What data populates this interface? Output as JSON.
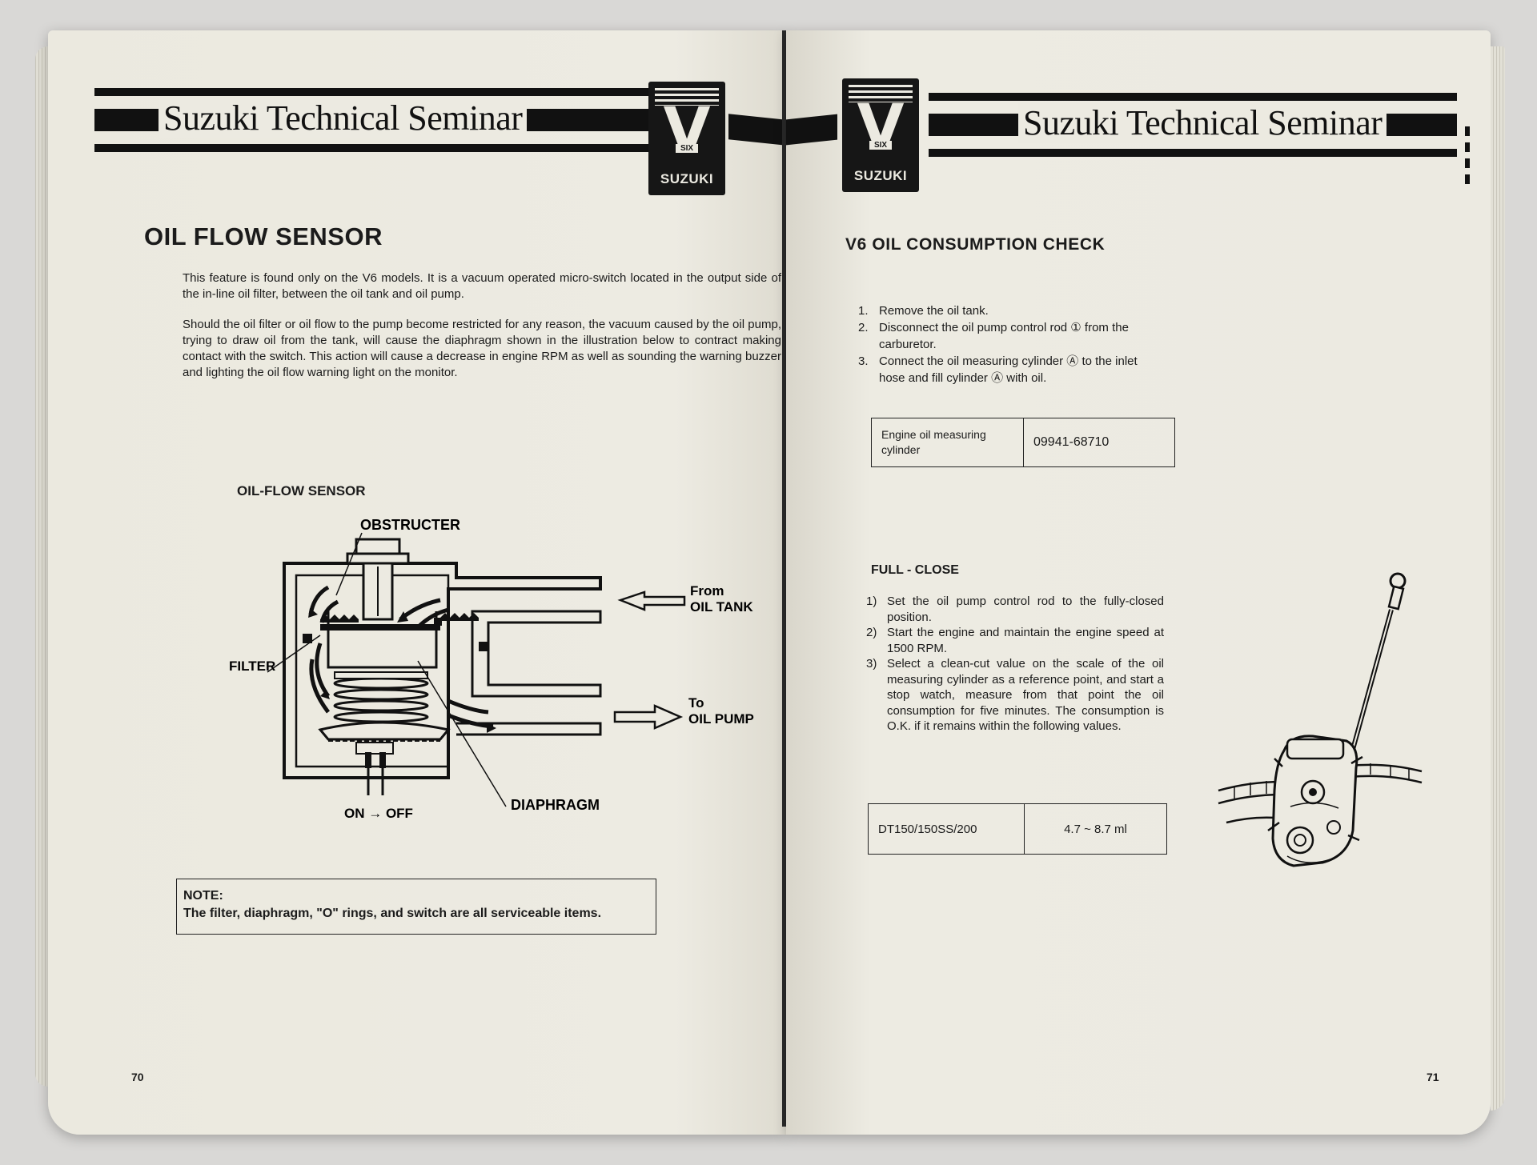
{
  "header": {
    "title": "Suzuki Technical Seminar",
    "logo_letter": "V",
    "logo_small": "SIX",
    "logo_brand": "SUZUKI"
  },
  "left_page": {
    "heading": "OIL FLOW SENSOR",
    "paragraphs": [
      "This feature is found only on the V6 models. It is a vacuum operated micro-switch located in the output side of the in-line oil filter, between the oil tank and oil pump.",
      "Should the oil filter or oil flow to the pump become restricted for any reason, the vacuum caused by the oil pump, trying to draw oil from the tank, will cause the diaphragm shown in the illustration below to contract making contact with the switch. This action will cause a decrease in engine RPM as well as sounding the warning buzzer and lighting the oil flow warning light on the monitor."
    ],
    "figure": {
      "title": "OIL-FLOW SENSOR",
      "labels": {
        "obstructer": "OBSTRUCTER",
        "filter": "FILTER",
        "from": "From",
        "oil_tank": "OIL TANK",
        "to": "To",
        "oil_pump": "OIL PUMP",
        "diaphragm": "DIAPHRAGM",
        "switch": "ON → OFF"
      }
    },
    "note": {
      "label": "NOTE:",
      "text": "The filter, diaphragm, \"O\" rings, and switch are all serviceable items."
    },
    "page_number": "70"
  },
  "right_page": {
    "heading": "V6 OIL CONSUMPTION CHECK",
    "steps": [
      {
        "num": "1.",
        "text": "Remove the oil tank."
      },
      {
        "num": "2.",
        "text": "Disconnect the oil pump control rod ① from the carburetor."
      },
      {
        "num": "3.",
        "text": "Connect the oil measuring cylinder Ⓐ to the inlet hose and fill cylinder Ⓐ with oil."
      }
    ],
    "tool_table": {
      "name": "Engine oil measuring cylinder",
      "part_number": "09941-68710"
    },
    "subheading": "FULL - CLOSE",
    "procedure": [
      {
        "num": "1)",
        "text": "Set the oil pump control rod to the fully-closed position."
      },
      {
        "num": "2)",
        "text": "Start the engine and maintain the engine speed at 1500 RPM."
      },
      {
        "num": "3)",
        "text": "Select a clean-cut value on the scale of the oil measuring cylinder as a reference point, and start a stop watch, measure from that point the oil consumption for five minutes. The consumption is O.K. if it remains within the following values."
      }
    ],
    "spec_table": {
      "model": "DT150/150SS/200",
      "value": "4.7 ~ 8.7 ml"
    },
    "page_number": "71"
  }
}
